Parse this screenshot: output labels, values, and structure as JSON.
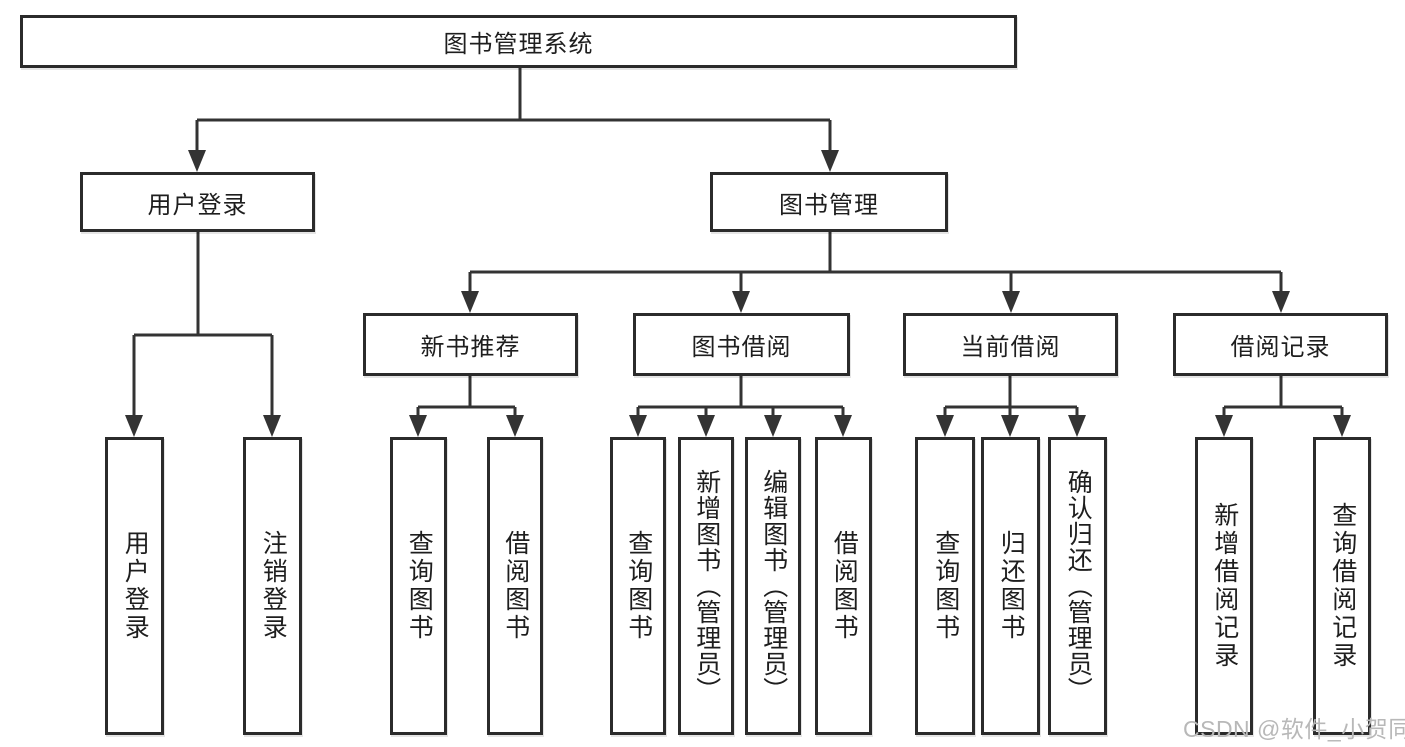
{
  "diagram": {
    "title": "图书管理系统",
    "branches": {
      "user_login": {
        "label": "用户登录",
        "children": [
          "用户登录",
          "注销登录"
        ]
      },
      "book_management": {
        "label": "图书管理",
        "sections": [
          {
            "label": "新书推荐",
            "children": [
              "查询图书",
              "借阅图书"
            ]
          },
          {
            "label": "图书借阅",
            "children": [
              "查询图书",
              "新增图书（管理员）",
              "编辑图书（管理员）",
              "借阅图书"
            ]
          },
          {
            "label": "当前借阅",
            "children": [
              "查询图书",
              "归还图书",
              "确认归还（管理员）"
            ]
          },
          {
            "label": "借阅记录",
            "children": [
              "新增借阅记录",
              "查询借阅记录"
            ]
          }
        ]
      }
    }
  },
  "watermark": {
    "text": "CSDN @软件_小贺同学",
    "color": "#b8b8b8"
  },
  "colors": {
    "background": "#ffffff",
    "box_border": "#2b2b2b",
    "line": "#333333",
    "text": "#1e1e1e"
  }
}
